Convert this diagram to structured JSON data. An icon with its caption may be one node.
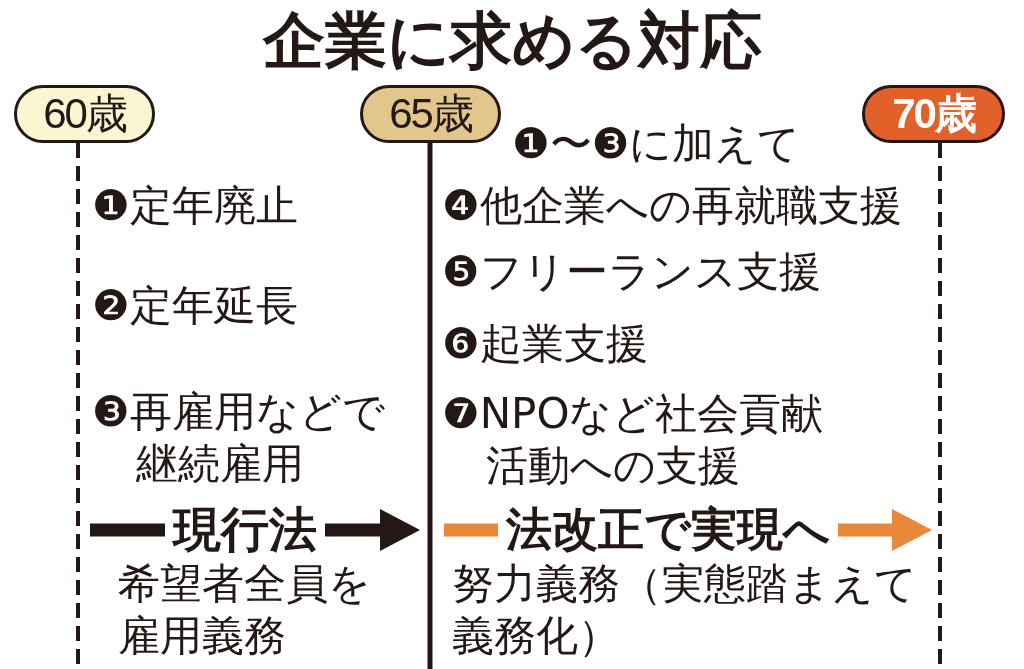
{
  "diagram": {
    "title": "企業に求める対応",
    "nodes": [
      {
        "text": [
          "60歳"
        ]
      },
      {
        "text": [
          "65歳"
        ]
      },
      {
        "text": [
          "70歳"
        ]
      }
    ],
    "labels": [
      "❶定年廃止",
      "❷定年延長",
      "❸再雇用などで継続雇用",
      "❶〜❸に加えて",
      "❹他企業への再就職支援",
      "❺フリーランス支援",
      "❻起業支援",
      "❼NPOなど社会貢献活動への支援",
      "現行法",
      "希望者全員を雇用義務",
      "法改正で実現へ",
      "努力義務（実態踏まえて義務化）"
    ]
  }
}
